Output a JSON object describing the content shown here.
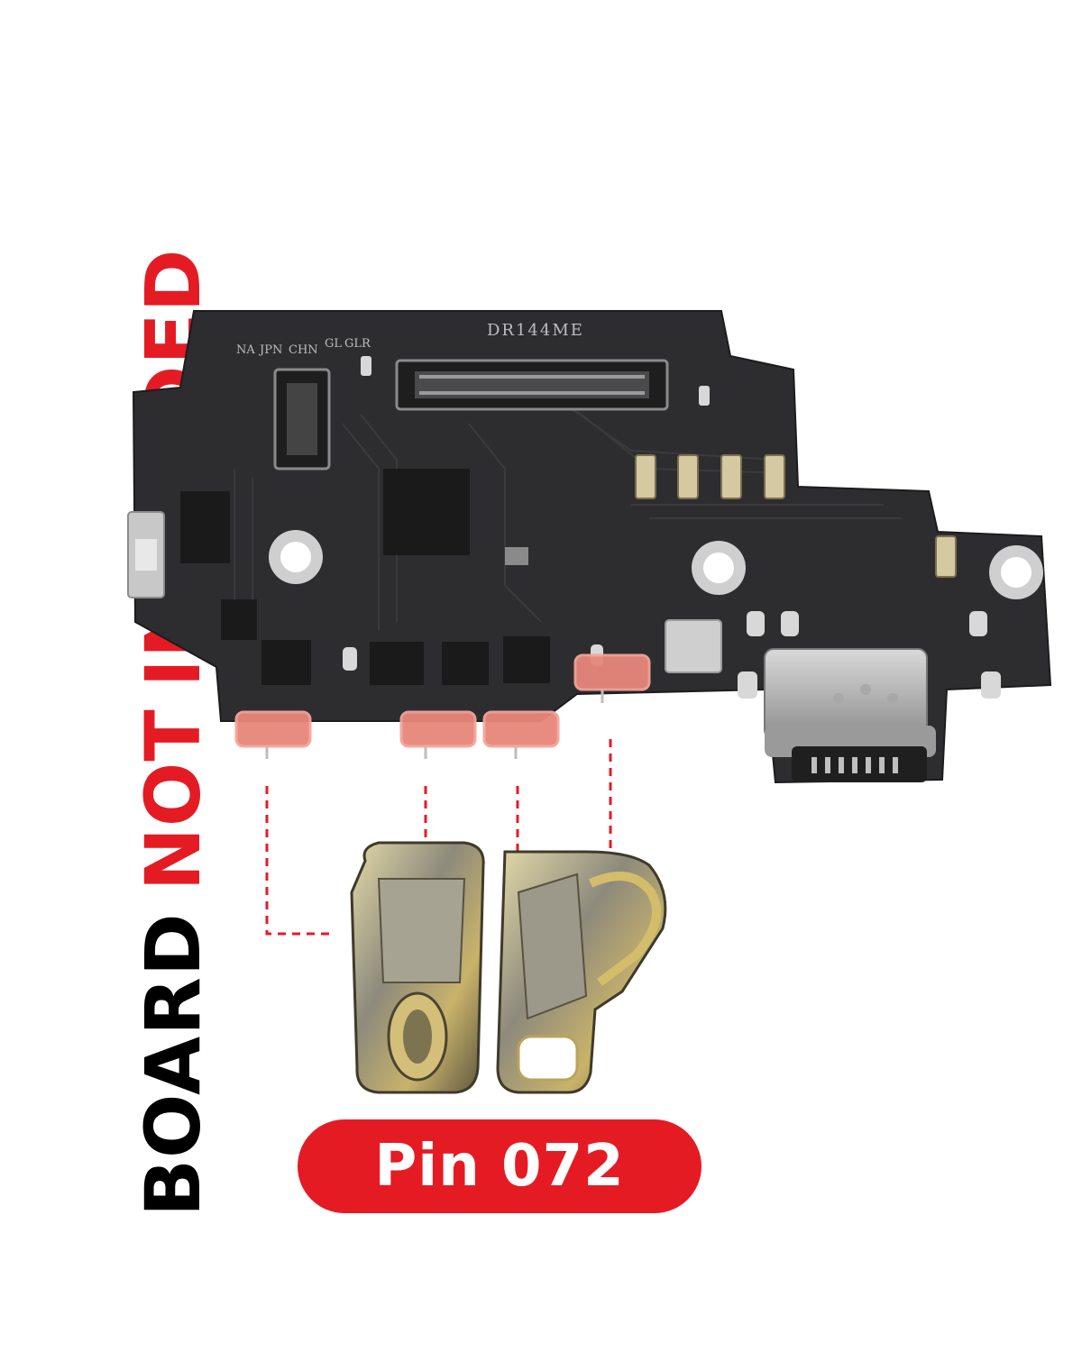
{
  "banner": {
    "word_1": "BOARD",
    "word_2": "NOT",
    "word_3": "INCLUDED"
  },
  "board_silkscreen": {
    "part_code": "DR144ME",
    "region_labels": [
      "NA",
      "JPN",
      "CHN",
      "GL",
      "GLR"
    ]
  },
  "badge": {
    "label": "Pin 072"
  },
  "colors": {
    "accent_red": "#e51b24",
    "text_black": "#000000",
    "board_dark": "#2d2d2f",
    "pad_highlight": "#e8867a",
    "metal_gold": "#c9b36a"
  },
  "icons": {
    "board": "charging-port-board-icon",
    "pin": "pogo-pin-connector-icon",
    "usb": "usb-c-port-icon"
  }
}
